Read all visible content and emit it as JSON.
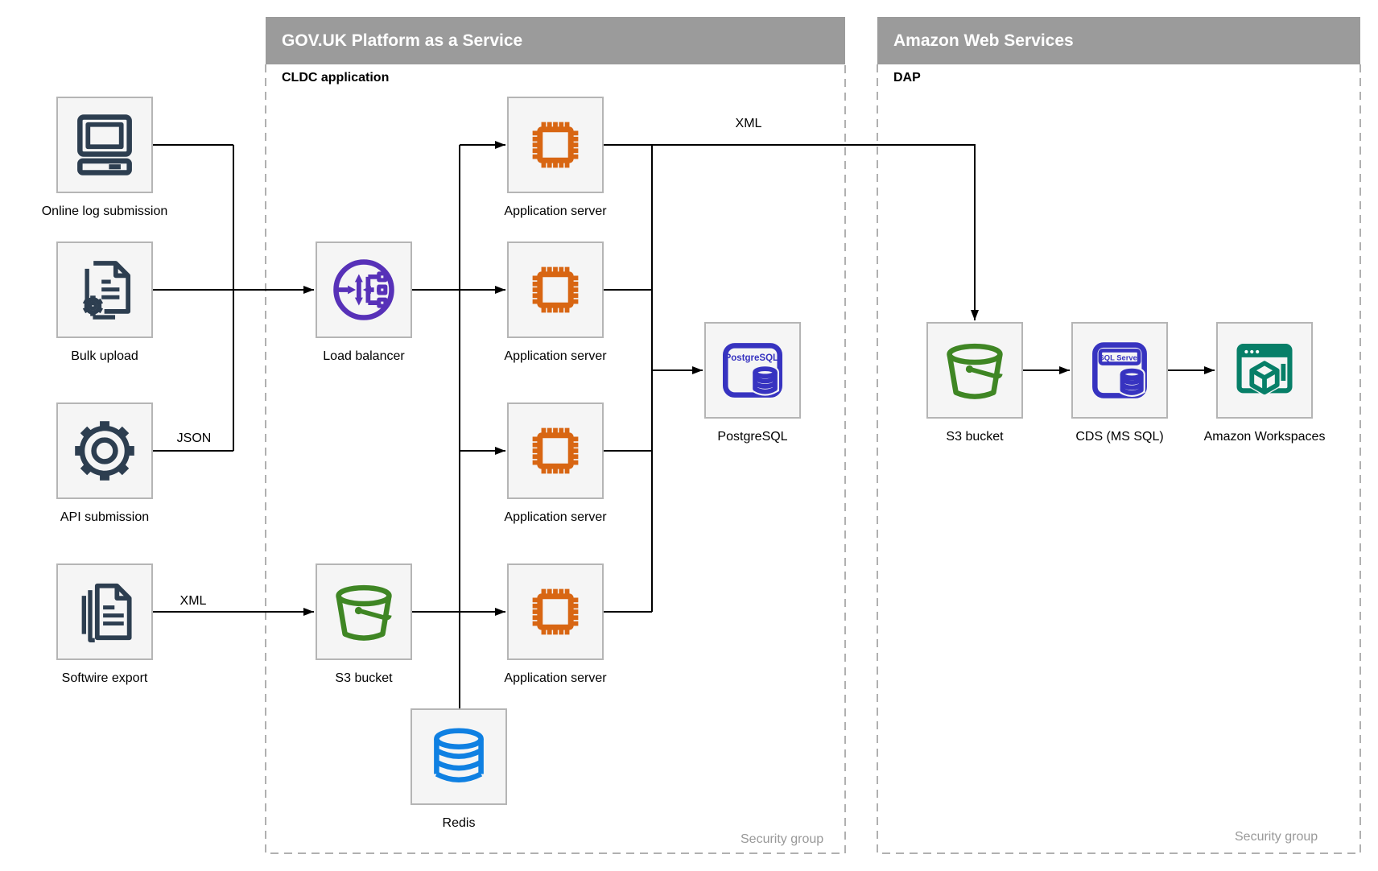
{
  "colors": {
    "header-gray": "#9b9b9b",
    "box-fill": "#f5f5f5",
    "box-border": "#b5b5b5",
    "dashed-border": "#b0b0b0",
    "edge-black": "#000000",
    "muted-text": "#999999",
    "navy": "#2d3e50",
    "orange": "#d86613",
    "purple": "#5731b8",
    "green": "#3f8624",
    "indigo": "#3733c0",
    "blue": "#0f80e2",
    "teal": "#077f68"
  },
  "containers": {
    "govuk": {
      "title": "GOV.UK Platform as a Service",
      "sublabel": "CLDC application",
      "footer": "Security group"
    },
    "aws": {
      "title": "Amazon Web Services",
      "sublabel": "DAP",
      "footer": "Security group"
    }
  },
  "nodes": {
    "online_log": {
      "label": "Online log submission",
      "icon": "desktop-computer"
    },
    "bulk_upload": {
      "label": "Bulk upload",
      "icon": "document-gear"
    },
    "api_submission": {
      "label": "API submission",
      "icon": "gear"
    },
    "softwire_export": {
      "label": "Softwire export",
      "icon": "documents-stack"
    },
    "load_balancer": {
      "label": "Load balancer",
      "icon": "elastic-load-balancer"
    },
    "app_server_1": {
      "label": "Application server",
      "icon": "chip"
    },
    "app_server_2": {
      "label": "Application server",
      "icon": "chip"
    },
    "app_server_3": {
      "label": "Application server",
      "icon": "chip"
    },
    "app_server_4": {
      "label": "Application server",
      "icon": "chip"
    },
    "postgres": {
      "label": "PostgreSQL",
      "icon": "postgresql-database",
      "icon_text": "PostgreSQL"
    },
    "s3_govuk": {
      "label": "S3 bucket",
      "icon": "s3-bucket"
    },
    "redis": {
      "label": "Redis",
      "icon": "database-cylinder"
    },
    "s3_aws": {
      "label": "S3 bucket",
      "icon": "s3-bucket"
    },
    "cds": {
      "label": "CDS (MS SQL)",
      "icon": "sql-server-database",
      "icon_text": "SQL Server"
    },
    "workspaces": {
      "label": "Amazon Workspaces",
      "icon": "workspaces"
    }
  },
  "edge_labels": {
    "json": "JSON",
    "xml_softwire": "XML",
    "xml_app_to_s3": "XML"
  }
}
